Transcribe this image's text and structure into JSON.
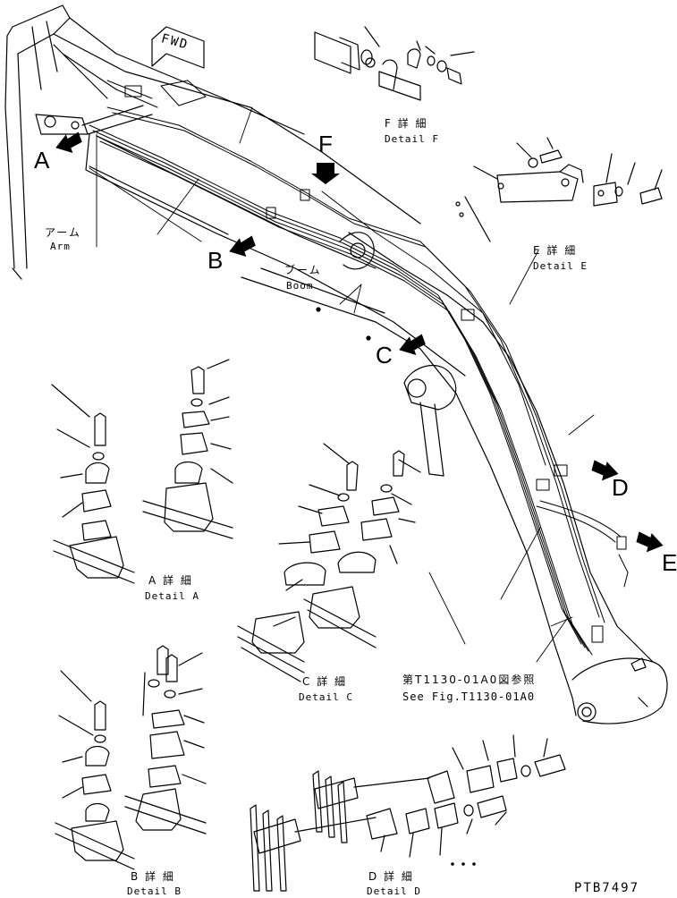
{
  "fwd": "FWD",
  "arm": {
    "jp": "アーム",
    "en": "Arm"
  },
  "boom": {
    "jp": "ブーム",
    "en": "Boom"
  },
  "markers": {
    "a": "A",
    "b": "B",
    "c": "C",
    "d": "D",
    "e": "E",
    "f": "F"
  },
  "details": {
    "a": {
      "jp": "A 詳 細",
      "en": "Detail A"
    },
    "b": {
      "jp": "B 詳 細",
      "en": "Detail B"
    },
    "c": {
      "jp": "C 詳 細",
      "en": "Detail C"
    },
    "d": {
      "jp": "D 詳 細",
      "en": "Detail D"
    },
    "e": {
      "jp": "E 詳 細",
      "en": "Detail E"
    },
    "f": {
      "jp": "F 詳 細",
      "en": "Detail F"
    }
  },
  "see_fig": {
    "jp": "第T1130-01A0図参照",
    "en": "See Fig.T1130-01A0"
  },
  "page_code": "PTB7497"
}
